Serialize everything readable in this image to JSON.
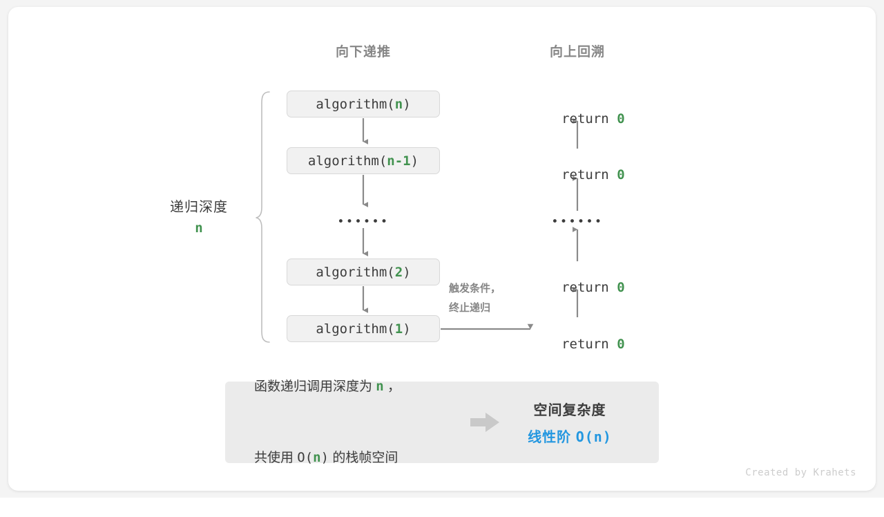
{
  "headers": {
    "down": "向下递推",
    "up": "向上回溯"
  },
  "depth_annotation": {
    "title": "递归深度",
    "value": "n"
  },
  "call_stack": [
    {
      "prefix": "algorithm(",
      "arg": "n",
      "suffix": ")"
    },
    {
      "prefix": "algorithm(",
      "arg": "n-1",
      "suffix": ")"
    },
    {
      "prefix": "algorithm(",
      "arg": "2",
      "suffix": ")"
    },
    {
      "prefix": "algorithm(",
      "arg": "1",
      "suffix": ")"
    }
  ],
  "returns": [
    {
      "text": "return ",
      "value": "0"
    },
    {
      "text": "return ",
      "value": "0"
    },
    {
      "text": "return ",
      "value": "0"
    },
    {
      "text": "return ",
      "value": "0"
    }
  ],
  "ellipsis": "••••••",
  "trigger_note": {
    "line1": "触发条件，",
    "line2": "终止递归"
  },
  "summary": {
    "left_line1_a": "函数递归调用深度为 ",
    "left_line1_var": "n",
    "left_line1_b": " ，",
    "left_line2_a": "共使用 ",
    "left_line2_mono_open": "O(",
    "left_line2_var": "n",
    "left_line2_mono_close": ")",
    "left_line2_b": " 的栈帧空间",
    "title": "空间复杂度",
    "value_label": "线性阶 ",
    "value_mono": "O(n)"
  },
  "credit": "Created by Krahets",
  "colors": {
    "accent_green": "#41924f",
    "accent_blue": "#2397e0",
    "gray_text": "#868686",
    "dark_text": "#3c3c3c",
    "box_fill": "#f1f1f1",
    "panel_fill": "#ebebeb",
    "line": "#8a8a8a"
  }
}
